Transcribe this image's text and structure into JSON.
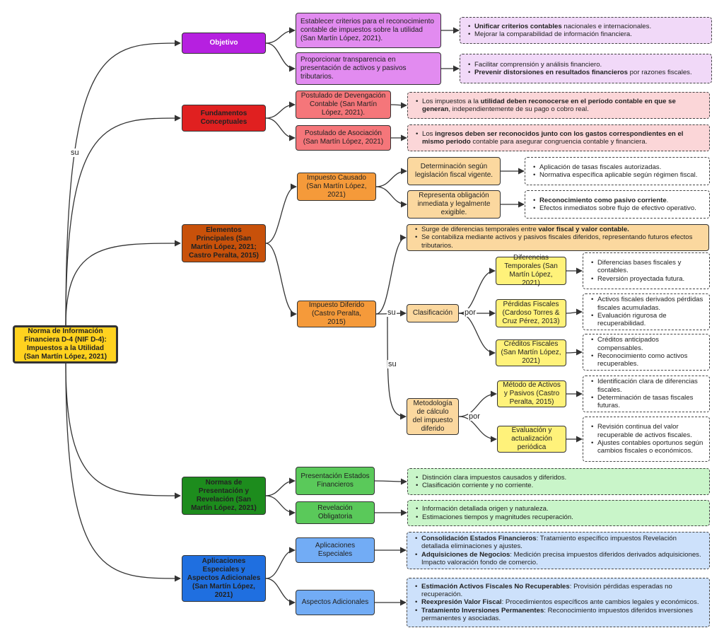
{
  "colors": {
    "root": "#ffd21f",
    "objective": "#b620e0",
    "objective_child": "#e28bf0",
    "objective_note": "#f1d9f8",
    "fundamentals": "#e02020",
    "fundamentals_child": "#f5767a",
    "fundamentals_note": "#fbd6d8",
    "elements": "#c8510a",
    "elements_child": "#f59a3a",
    "elements_sub": "#fbd89f",
    "yellow_box": "#fff27a",
    "norms": "#1d8c1d",
    "norms_child": "#5ac95a",
    "norms_note": "#c9f5c9",
    "apps": "#1f6fe0",
    "apps_child": "#72acf5",
    "apps_note": "#cde1fb",
    "line": "#333333"
  },
  "root": {
    "label": "Norma de Información Financiera D-4 (NIF D-4): Impuestos a la Utilidad (San Martín López, 2021)"
  },
  "edge_labels": {
    "su_root": "su",
    "su_diferido": "su",
    "su_clasif": "su",
    "por_clasif": "por",
    "por_metodo": "por"
  },
  "objetivo": {
    "label": "Objetivo",
    "items": [
      {
        "label": "Establecer criterios para el reconocimiento contable de impuestos sobre la utilidad (San Martín López, 2021).",
        "notes": [
          {
            "bold": "Unificar criterios contables",
            "text": " nacionales e internacionales."
          },
          {
            "bold": "",
            "text": "Mejorar la comparabilidad de información financiera."
          }
        ]
      },
      {
        "label": "Proporcionar transparencia en presentación de activos y pasivos tributarios.",
        "notes": [
          {
            "bold": "",
            "text": "Facilitar comprensión y análisis financiero."
          },
          {
            "bold": "Prevenir distorsiones en resultados financieros",
            "text": " por razones fiscales."
          }
        ]
      }
    ]
  },
  "fundamentos": {
    "label": "Fundamentos Conceptuales",
    "items": [
      {
        "label": "Postulado de Devengación Contable (San Martín López, 2021).",
        "notes": [
          {
            "pre": "Los impuestos a la ",
            "bold": "utilidad deben reconocerse en el período contable en que se generan",
            "text": ", independientemente de su pago o cobro real."
          }
        ]
      },
      {
        "label": "Postulado de Asociación (San Martín López, 2021)",
        "notes": [
          {
            "pre": "Los ",
            "bold": "ingresos deben ser reconocidos junto con los gastos correspondientes en el mismo periodo",
            "text": " contable para asegurar congruencia contable y financiera."
          }
        ]
      }
    ]
  },
  "elementos": {
    "label": "Elementos Principales (San Martín López, 2021; Castro Peralta, 2015)",
    "causado": {
      "label": "Impuesto Causado (San Martín López, 2021)",
      "items": [
        {
          "label": "Determinación según legislación fiscal vigente.",
          "notes": [
            {
              "bold": "",
              "text": "Aplicación de tasas fiscales autorizadas."
            },
            {
              "bold": "",
              "text": "Normativa específica aplicable según régimen fiscal."
            }
          ]
        },
        {
          "label": "Representa obligación inmediata y legalmente exigible.",
          "notes": [
            {
              "bold": "Reconocimiento como pasivo corriente",
              "text": "."
            },
            {
              "bold": "",
              "text": "Efectos inmediatos sobre flujo de efectivo operativo."
            }
          ]
        }
      ]
    },
    "diferido": {
      "label": "Impuesto Diferido (Castro Peralta, 2015)",
      "notes": [
        {
          "pre": "Surge de diferencias temporales entre ",
          "bold": "valor fiscal y valor contable.",
          "text": ""
        },
        {
          "pre": "",
          "bold": "",
          "text": "Se contabiliza mediante activos y pasivos fiscales diferidos, representando futuros efectos tributarios."
        }
      ],
      "clasificacion": {
        "label": "Clasificación",
        "items": [
          {
            "label": "Diferencias Temporales (San Martín López, 2021)",
            "notes": [
              "Diferencias bases fiscales y contables.",
              "Reversión proyectada futura."
            ]
          },
          {
            "label": "Pérdidas Fiscales (Cardoso Torres & Cruz Pérez, 2013)",
            "notes": [
              "Activos fiscales derivados pérdidas fiscales acumuladas.",
              "Evaluación rigurosa de recuperabilidad."
            ]
          },
          {
            "label": "Créditos Fiscales (San Martín López, 2021)",
            "notes": [
              "Créditos anticipados compensables.",
              "Reconocimiento como activos recuperables."
            ]
          }
        ]
      },
      "metodologia": {
        "label": "Metodología de cálculo del impuesto diferido",
        "items": [
          {
            "label": "Método de Activos y Pasivos (Castro Peralta, 2015)",
            "notes": [
              "Identificación clara de diferencias fiscales.",
              "Determinación de tasas fiscales futuras."
            ]
          },
          {
            "label": "Evaluación y actualización periódica",
            "notes": [
              "Revisión continua del valor recuperable de activos fiscales.",
              "Ajustes contables oportunos según cambios fiscales o económicos."
            ]
          }
        ]
      }
    }
  },
  "normas": {
    "label": "Normas de Presentación y Revelación (San Martín López, 2021)",
    "items": [
      {
        "label": "Presentación Estados Financieros",
        "notes": [
          "Distinción clara impuestos causados y diferidos.",
          "Clasificación corriente y no corriente."
        ]
      },
      {
        "label": "Revelación Obligatoria",
        "notes": [
          "Información detallada origen y naturaleza.",
          "Estimaciones tiempos y magnitudes recuperación."
        ]
      }
    ]
  },
  "aplicaciones": {
    "label": "Aplicaciones Especiales y Aspectos Adicionales (San Martín López, 2021)",
    "items": [
      {
        "label": "Aplicaciones Especiales",
        "notes": [
          {
            "bold": "Consolidación Estados Financieros",
            "text": ": Tratamiento específico impuestos Revelación detallada eliminaciones y ajustes."
          },
          {
            "bold": "Adquisiciones de Negocios",
            "text": ": Medición precisa impuestos diferidos derivados adquisiciones. Impacto valoración fondo de comercio."
          }
        ]
      },
      {
        "label": "Aspectos Adicionales",
        "notes": [
          {
            "bold": "Estimación Activos Fiscales No Recuperables",
            "text": ": Provisión pérdidas esperadas no recuperación."
          },
          {
            "bold": "Reexpresión Valor Fiscal",
            "text": ": Procedimientos específicos ante cambios legales y económicos."
          },
          {
            "bold": "Tratamiento Inversiones Permanentes",
            "text": ": Reconocimiento impuestos diferidos inversiones permanentes y asociadas."
          }
        ]
      }
    ]
  }
}
